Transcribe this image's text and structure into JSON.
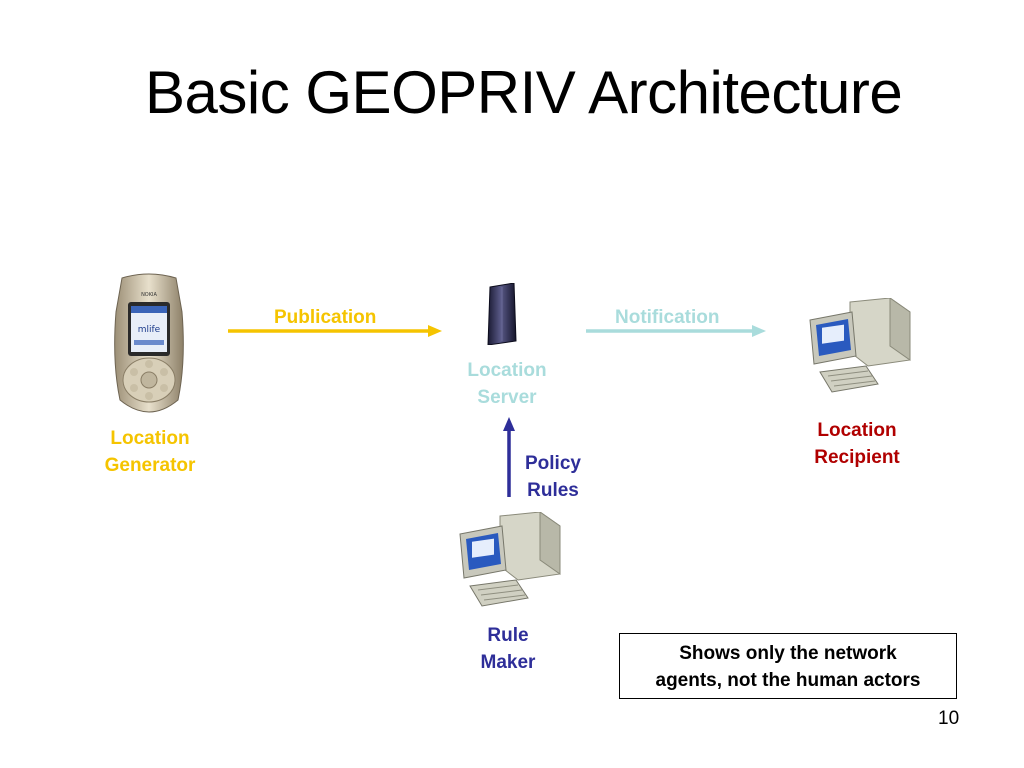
{
  "title": "Basic GEOPRIV Architecture",
  "colors": {
    "generator": "#f5c400",
    "server": "#a9dcdc",
    "recipient": "#b00000",
    "rule_maker": "#2e2e99"
  },
  "nodes": {
    "generator": {
      "line1": "Location",
      "line2": "Generator",
      "icon": "mobile-phone-icon"
    },
    "server": {
      "line1": "Location",
      "line2": "Server",
      "icon": "server-tower-icon"
    },
    "recipient": {
      "line1": "Location",
      "line2": "Recipient",
      "icon": "desktop-computer-icon"
    },
    "rule_maker": {
      "line1": "Rule",
      "line2": "Maker",
      "icon": "desktop-computer-icon"
    }
  },
  "edges": {
    "publication": "Publication",
    "notification": "Notification",
    "policy": {
      "line1": "Policy",
      "line2": "Rules"
    }
  },
  "note": {
    "line1": "Shows only the network",
    "line2": "agents, not the human actors"
  },
  "page_number": "10"
}
